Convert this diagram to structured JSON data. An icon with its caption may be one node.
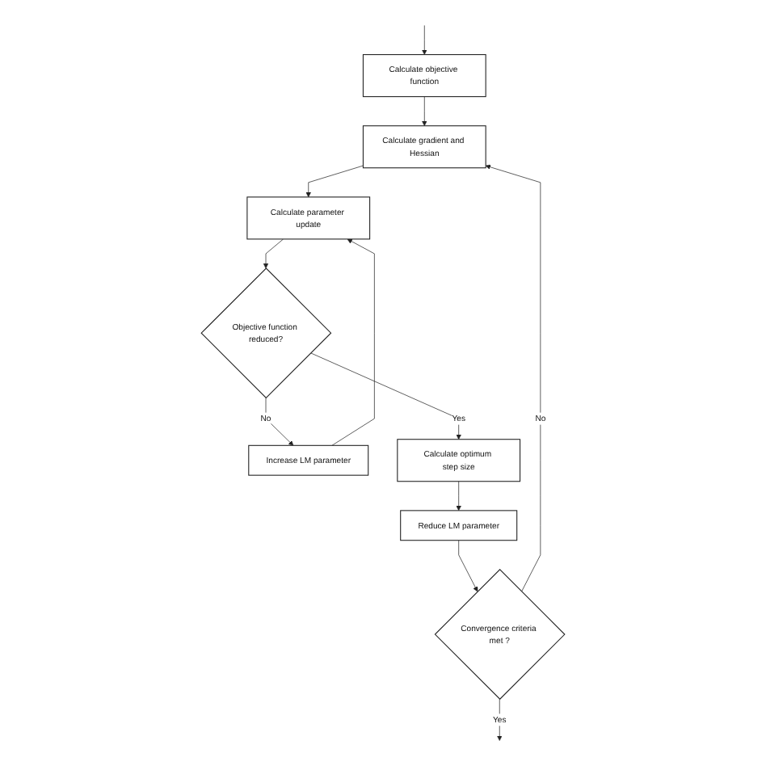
{
  "diagram": {
    "nodes": [
      {
        "text": [
          "Calculate objective function"
        ]
      },
      {
        "text": [
          "Calculate gradient and Hessian"
        ]
      },
      {
        "text": [
          "Calculate parameter update"
        ]
      },
      {
        "text": [
          "Objective function reduced?"
        ]
      },
      {
        "text": [
          "Increase LM parameter"
        ]
      },
      {
        "text": [
          "Calculate optimum step size"
        ]
      },
      {
        "text": [
          "Reduce LM parameter"
        ]
      },
      {
        "text": [
          "Convergence criteria met ?"
        ]
      }
    ],
    "edges": [
      {
        "from": null,
        "to": 0,
        "arrow": "to"
      },
      {
        "from": 0,
        "to": 1,
        "arrow": "to"
      },
      {
        "from": 1,
        "to": 2,
        "arrow": "to"
      },
      {
        "from": 2,
        "to": 3,
        "arrow": "to"
      },
      {
        "from": 3,
        "to": 4,
        "arrow": "to",
        "label": "No"
      },
      {
        "from": 4,
        "to": 2,
        "arrow": "to"
      },
      {
        "from": 3,
        "to": 5,
        "arrow": "to",
        "label": "Yes"
      },
      {
        "from": 5,
        "to": 6,
        "arrow": "to"
      },
      {
        "from": 6,
        "to": 7,
        "arrow": "to"
      },
      {
        "from": 7,
        "to": 1,
        "arrow": "to",
        "label": "No"
      },
      {
        "from": 7,
        "to": null,
        "arrow": "to",
        "label": "Yes"
      }
    ]
  }
}
